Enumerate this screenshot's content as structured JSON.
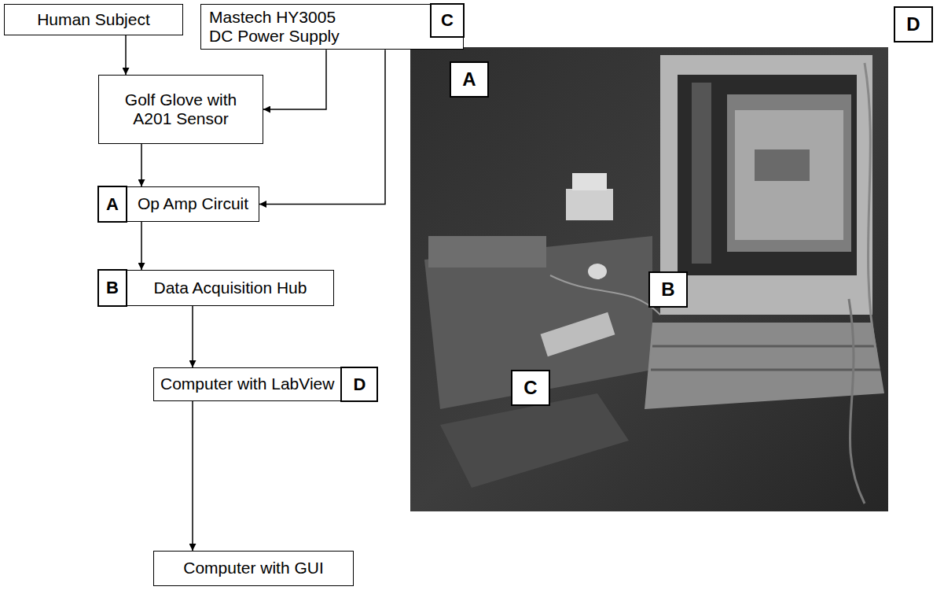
{
  "diagram": {
    "nodes": [
      {
        "text": [
          "Human Subject"
        ]
      },
      {
        "text": [
          "Mastech HY3005 DC Power Supply"
        ]
      },
      {
        "text": [
          "C"
        ],
        "in": 1
      },
      {
        "text": [
          "Golf Glove with A201 Sensor"
        ]
      },
      {
        "text": [
          "Op Amp Circuit"
        ]
      },
      {
        "text": [
          "A"
        ],
        "in": 4
      },
      {
        "text": [
          "Data Acquisition Hub"
        ]
      },
      {
        "text": [
          "B"
        ],
        "in": 6
      },
      {
        "text": [
          "Computer with LabView"
        ]
      },
      {
        "text": [
          "D"
        ],
        "in": 8
      },
      {
        "text": [
          "Computer with GUI"
        ]
      }
    ],
    "edges": [
      {
        "from": 0,
        "to": 3,
        "arrow": "to"
      },
      {
        "from": 1,
        "to": 3,
        "arrow": "to"
      },
      {
        "from": 1,
        "to": 4,
        "arrow": "to"
      },
      {
        "from": 3,
        "to": 4,
        "arrow": "to"
      },
      {
        "from": 4,
        "to": 6,
        "arrow": "to"
      },
      {
        "from": 6,
        "to": 8,
        "arrow": "to"
      },
      {
        "from": 8,
        "to": 10,
        "arrow": "to"
      }
    ],
    "labels": [
      "A",
      "B",
      "C",
      "D"
    ]
  }
}
